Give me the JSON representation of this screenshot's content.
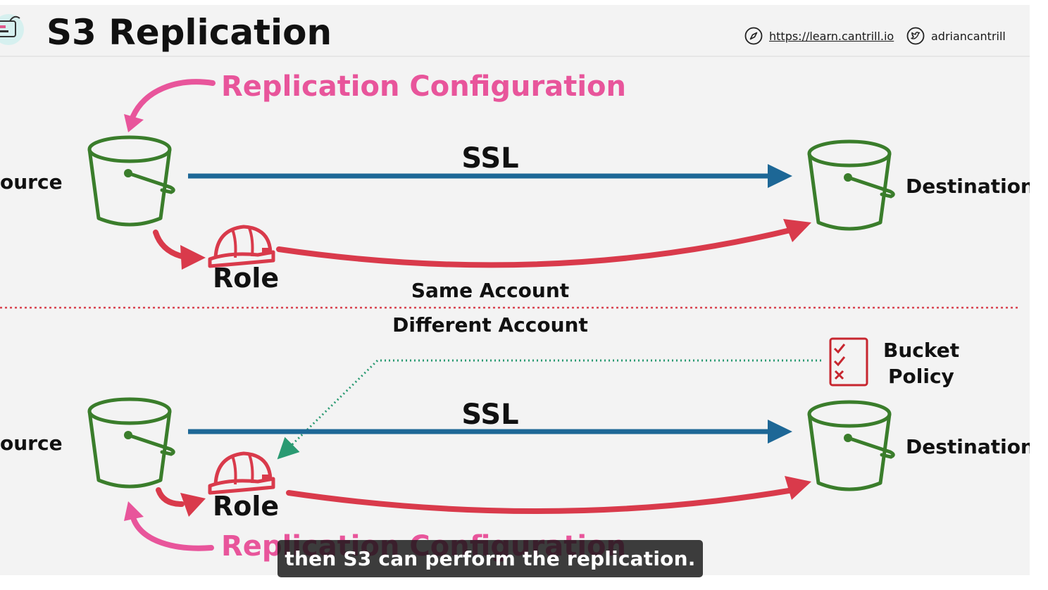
{
  "header": {
    "title": "S3 Replication",
    "website": "https://learn.cantrill.io",
    "twitter": "adriancantrill"
  },
  "top_section": {
    "replication_config_label": "Replication Configuration",
    "source_label": "ource",
    "ssl_label": "SSL",
    "destination_label": "Destination",
    "role_label": "Role",
    "account_label": "Same Account"
  },
  "bottom_section": {
    "account_label": "Different Account",
    "source_label": "ource",
    "ssl_label": "SSL",
    "destination_label": "Destination",
    "role_label": "Role",
    "bucket_policy_line1": "Bucket",
    "bucket_policy_line2": "Policy",
    "replication_config_label": "Replication Configuration"
  },
  "caption": "then S3 can perform the replication.",
  "colors": {
    "bucket_green": "#3a7d2b",
    "ssl_blue": "#1d6796",
    "role_red": "#d93a4b",
    "config_pink": "#e8559b",
    "divider_red": "#d9434f",
    "policy_dotted_green": "#2a9a72",
    "policy_icon_red": "#c7262f"
  },
  "icons": [
    "logo-icon",
    "compass-icon",
    "twitter-bird-icon",
    "bucket-icon",
    "hard-hat-icon",
    "checklist-icon"
  ]
}
